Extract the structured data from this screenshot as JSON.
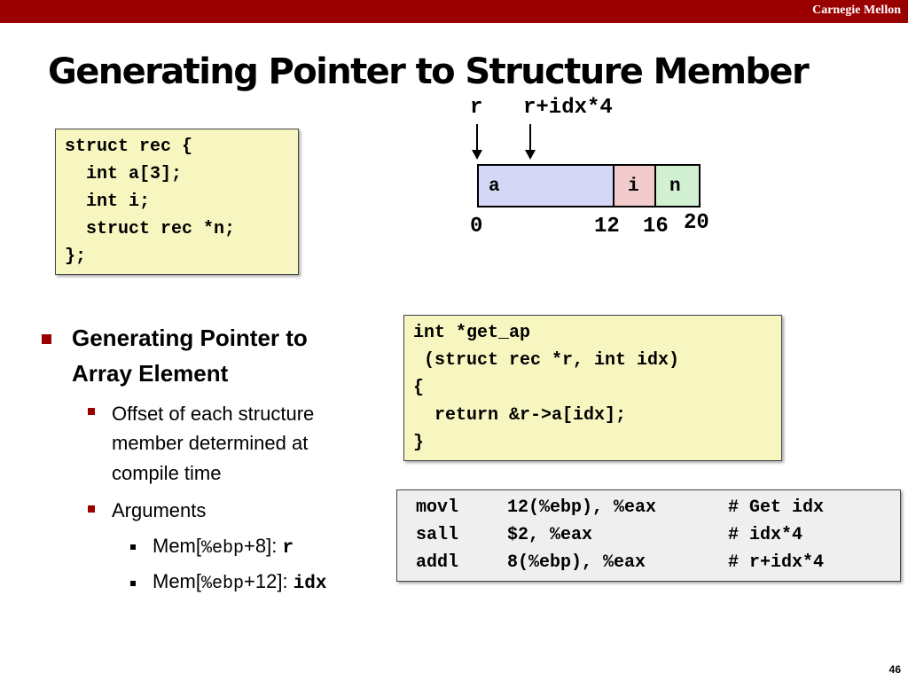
{
  "header": {
    "brand": "Carnegie Mellon"
  },
  "slide": {
    "title": "Generating Pointer to Structure Member",
    "page_number": "46"
  },
  "struct_code": [
    "struct rec {",
    "  int a[3];",
    "  int i;",
    "  struct rec *n;",
    "};"
  ],
  "memory_diagram": {
    "pointer_labels": [
      "r",
      "r+idx*4"
    ],
    "fields": [
      {
        "name": "a",
        "color": "#d4d7f5"
      },
      {
        "name": "i",
        "color": "#f2cccc"
      },
      {
        "name": "n",
        "color": "#d2f0d2"
      }
    ],
    "offsets": [
      "0",
      "12",
      "16",
      "20"
    ]
  },
  "bullets": {
    "main": "Generating Pointer to Array Element",
    "main_lines": [
      "Generating Pointer to",
      "Array Element"
    ],
    "sub1_lines": [
      "Offset of each structure",
      "member determined at",
      "compile time"
    ],
    "sub2": "Arguments",
    "arg1": {
      "prefix": "Mem[",
      "reg": "%ebp",
      "mid": "+8]: ",
      "var": "r"
    },
    "arg2": {
      "prefix": "Mem[",
      "reg": "%ebp",
      "mid": "+12]: ",
      "var": "idx"
    }
  },
  "func_code": [
    "int *get_ap",
    " (struct rec *r, int idx)",
    "{",
    "  return &r->a[idx];",
    "}"
  ],
  "asm_code": [
    {
      "op": "movl",
      "args": "12(%ebp), %eax",
      "comment": "# Get idx"
    },
    {
      "op": "sall",
      "args": "$2, %eax",
      "comment": "# idx*4"
    },
    {
      "op": "addl",
      "args": "8(%ebp), %eax",
      "comment": "# r+idx*4"
    }
  ],
  "colors": {
    "accent": "#9b0000",
    "code_bg": "#f7f6c0",
    "asm_bg": "#efefef"
  }
}
